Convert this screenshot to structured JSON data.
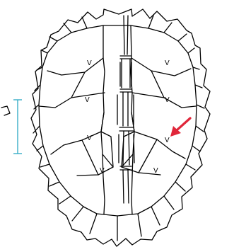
{
  "diagram": {
    "scute_labels": [
      {
        "id": "costal-left-1",
        "text": "V"
      },
      {
        "id": "costal-right-1",
        "text": "V"
      },
      {
        "id": "costal-left-2",
        "text": "V"
      },
      {
        "id": "costal-right-2",
        "text": "V"
      },
      {
        "id": "costal-left-3",
        "text": "V"
      },
      {
        "id": "costal-right-3",
        "text": "V"
      },
      {
        "id": "costal-left-4",
        "text": "V"
      },
      {
        "id": "costal-right-4",
        "text": "V"
      }
    ],
    "colors": {
      "outline": "#000000",
      "arrow": "#e0263a",
      "scale_bar": "#2aa8c4",
      "background": "#ffffff"
    }
  }
}
